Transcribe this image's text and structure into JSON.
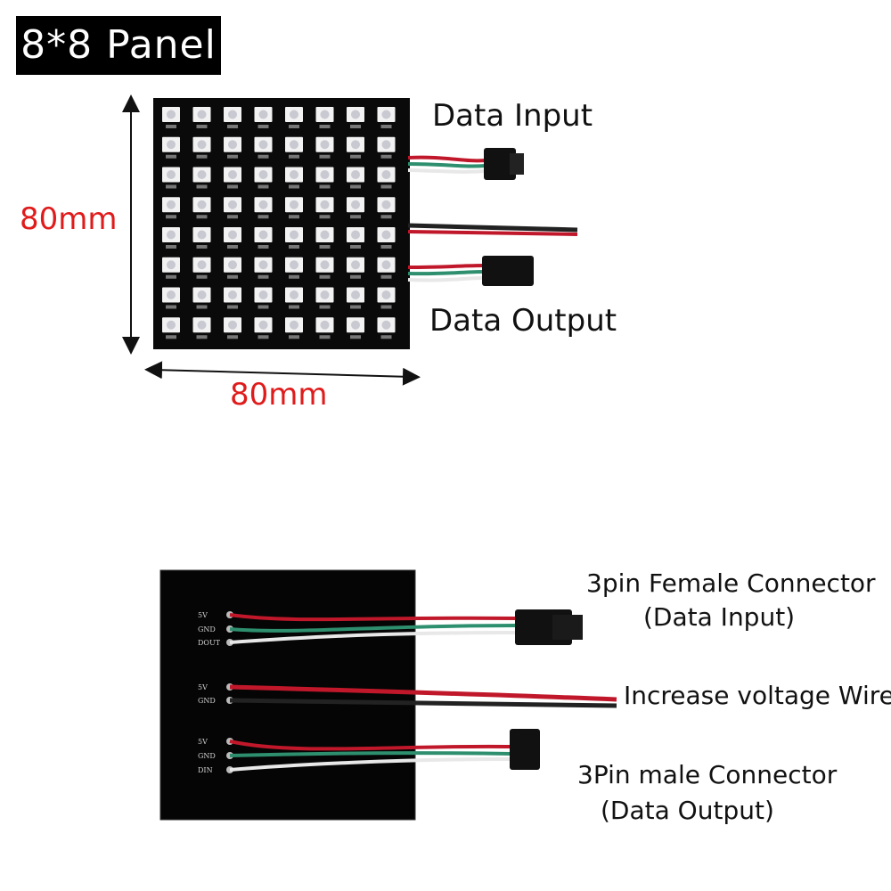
{
  "title": "8*8 Panel",
  "front": {
    "dimension_height": "80mm",
    "dimension_width": "80mm",
    "data_input_label": "Data Input",
    "data_output_label": "Data Output",
    "grid": {
      "rows": 8,
      "cols": 8
    }
  },
  "back": {
    "female_connector_label": "3pin Female Connector",
    "female_connector_sub": "(Data Input)",
    "voltage_wire_label": "Increase voltage Wire",
    "male_connector_label": "3Pin male Connector",
    "male_connector_sub": "(Data Output)",
    "pads_top": [
      "5V",
      "GND",
      "DOUT"
    ],
    "pads_mid": [
      "5V",
      "GND"
    ],
    "pads_bottom": [
      "5V",
      "GND",
      "DIN"
    ]
  },
  "colors": {
    "dimension_text": "#e01b1b",
    "wire_red": "#c0182a",
    "wire_green": "#2e8f6e",
    "wire_white": "#e8e8e8",
    "pcb": "#0a0a0a"
  }
}
